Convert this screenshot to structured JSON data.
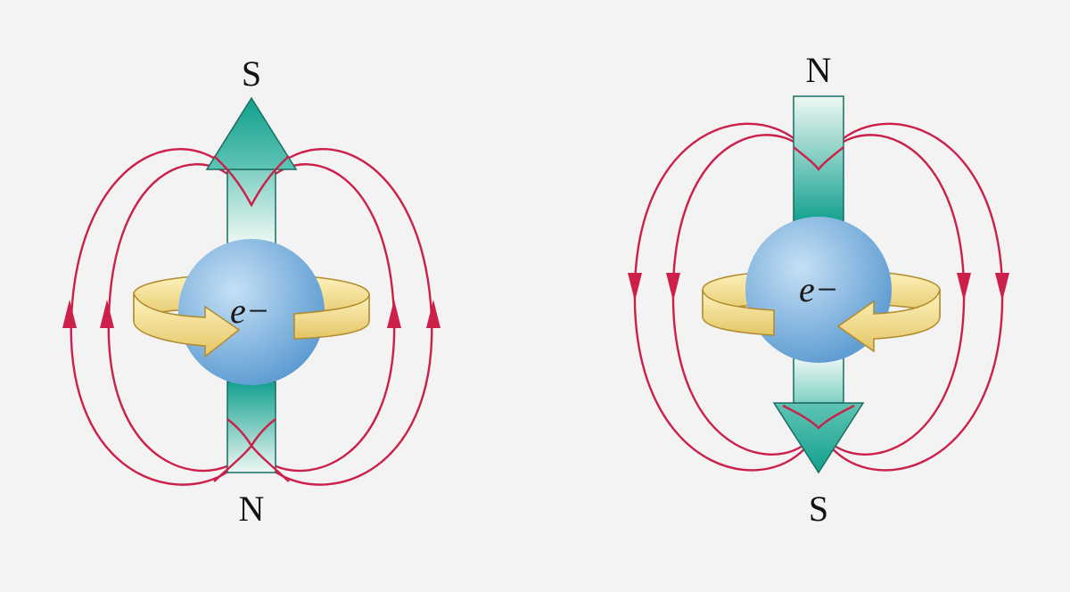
{
  "colors": {
    "background": "#f3f3f3",
    "field_line": "#cc1f4a",
    "arrow_dark": "#12a08e",
    "arrow_light": "#eef8f4",
    "arrow_stroke": "#1b6d61",
    "sphere_light": "#c5e0f5",
    "sphere_dark": "#5b9ad1",
    "ring_light": "#fff4c0",
    "ring_dark": "#e3c565",
    "ring_stroke": "#b08a2c"
  },
  "icons": {
    "magnetic_moment": "thick-arrow",
    "spin": "curved-arrow-ring",
    "electron": "sphere"
  },
  "diagrams": [
    {
      "id": "spin-up",
      "top_pole": "S",
      "bottom_pole": "N",
      "particle_label": "e−",
      "moment_direction": "up",
      "field_line_direction": "up"
    },
    {
      "id": "spin-down",
      "top_pole": "N",
      "bottom_pole": "S",
      "particle_label": "e−",
      "moment_direction": "down",
      "field_line_direction": "down"
    }
  ]
}
